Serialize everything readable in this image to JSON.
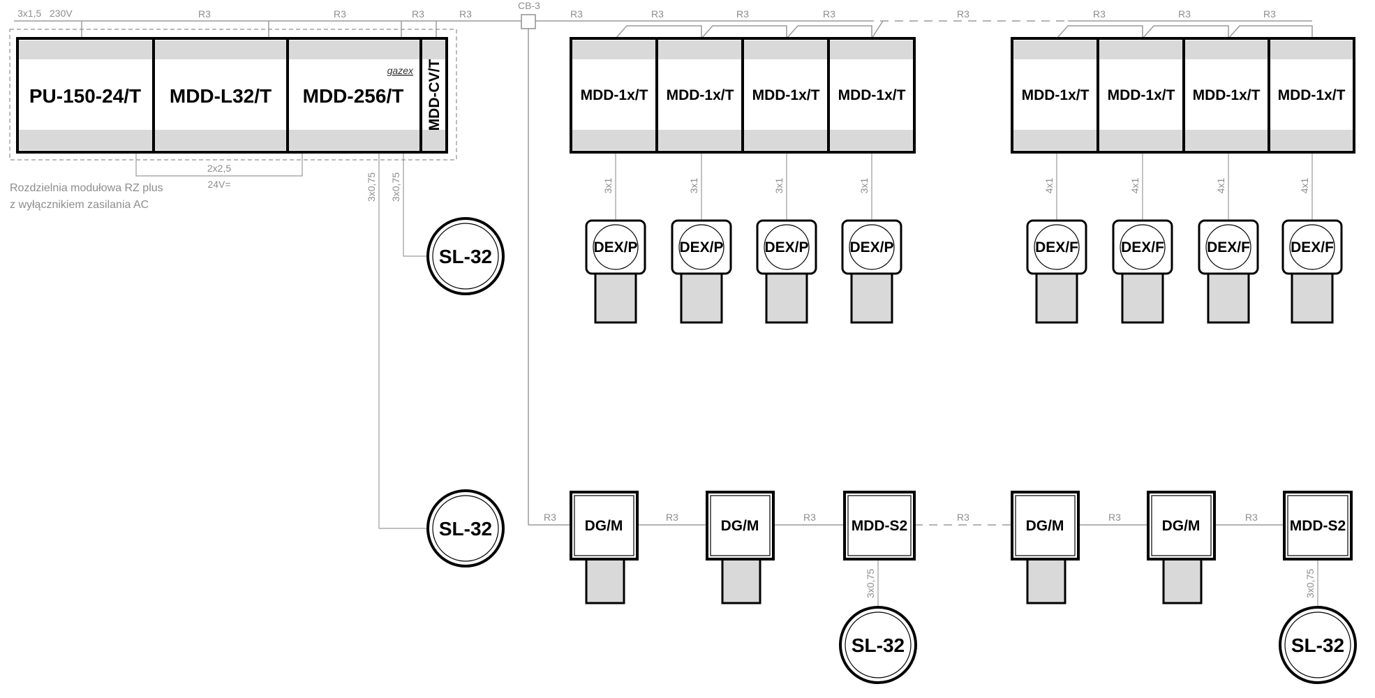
{
  "rz": {
    "modules": [
      "PU-150-24/T",
      "MDD-L32/T",
      "MDD-256/T",
      "MDD-CV/T"
    ],
    "brand": "gazex",
    "caption_line1": "Rozdzielnia modułowa RZ plus",
    "caption_line2": "z wyłącznikiem zasilania AC",
    "power_cable": "3x1,5",
    "power_voltage": "230V",
    "supply_cable": "2x2,5",
    "supply_voltage": "24V="
  },
  "bus": {
    "cable": "R3",
    "junction": "CB-3",
    "sounder_cable": "3x0,75"
  },
  "detector_group_1": {
    "module": "MDD-1x/T",
    "detector": "DEX/P",
    "cable": "3x1",
    "count": 4
  },
  "detector_group_2": {
    "module": "MDD-1x/T",
    "detector": "DEX/F",
    "cable": "4x1",
    "count": 4
  },
  "bottom_line": {
    "devices": [
      "DG/M",
      "DG/M",
      "MDD-S2",
      "DG/M",
      "DG/M",
      "MDD-S2"
    ]
  },
  "sounder": {
    "label": "SL-32",
    "count": 4
  }
}
